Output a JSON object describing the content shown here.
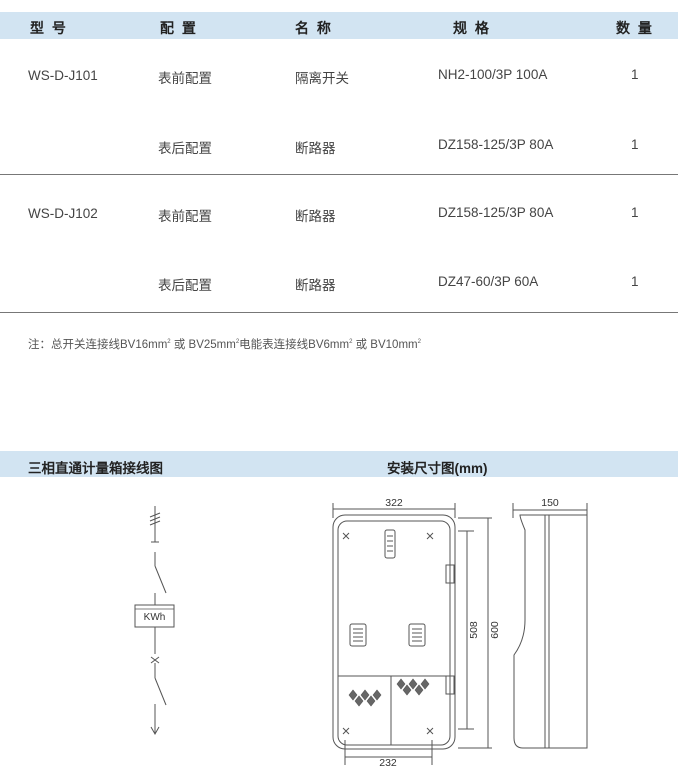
{
  "table": {
    "headers": [
      "型 号",
      "配 置",
      "名 称",
      "规 格",
      "数 量"
    ],
    "rows": [
      {
        "model": "WS-D-J101",
        "config": "表前配置",
        "name": "隔离开关",
        "spec": "NH2-100/3P 100A",
        "qty": "1"
      },
      {
        "model": "",
        "config": "表后配置",
        "name": "断路器",
        "spec": "DZ158-125/3P 80A",
        "qty": "1"
      },
      {
        "model": "WS-D-J102",
        "config": "表前配置",
        "name": "断路器",
        "spec": "DZ158-125/3P 80A",
        "qty": "1"
      },
      {
        "model": "",
        "config": "表后配置",
        "name": "断路器",
        "spec": "DZ47-60/3P 60A",
        "qty": "1"
      }
    ]
  },
  "note": {
    "p1": "注：总开关连接线BV16mm",
    "p2": " 或 BV25mm",
    "p3": "电能表连接线BV6mm",
    "p4": " 或 BV10mm",
    "sup": "2"
  },
  "sections": {
    "wiring_title": "三相直通计量箱接线图",
    "dims_title": "安装尺寸图(mm)"
  },
  "diagram": {
    "meter_label": "KWh",
    "dims": {
      "width_top": "322",
      "height_inner": "508",
      "height_total": "600",
      "width_bottom": "232",
      "depth": "150"
    }
  }
}
